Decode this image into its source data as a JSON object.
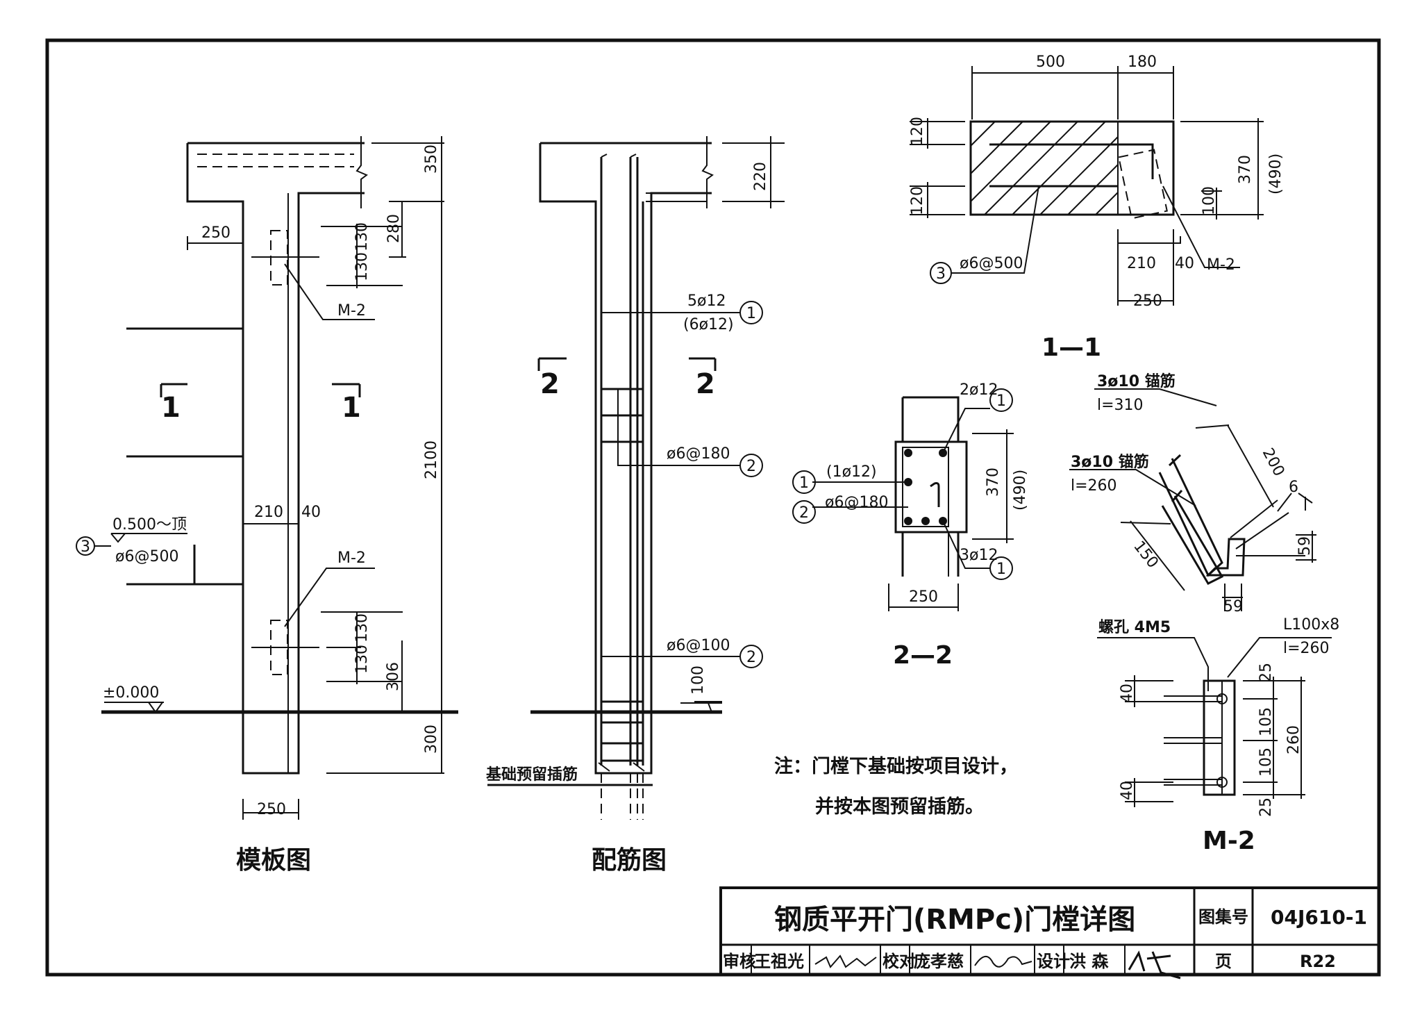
{
  "title_block": {
    "title": "钢质平开门(RMPc)门樘详图",
    "atlas_label": "图集号",
    "atlas_no": "04J610-1",
    "review_label": "审核",
    "reviewer": "王祖光",
    "check_label": "校对",
    "checker": "庞孝慈",
    "design_label": "设计",
    "designer": "洪 森",
    "page_label": "页",
    "page_no": "R22"
  },
  "views": {
    "formwork": {
      "caption": "模板图",
      "dims": [
        "350",
        "280",
        "250",
        "130",
        "130",
        "2100",
        "210",
        "40",
        "130",
        "130",
        "306",
        "300",
        "250"
      ],
      "labels": {
        "m2_top": "M-2",
        "m2_bottom": "M-2",
        "elev_05": "0.500～顶",
        "rebar3": "ø6@500",
        "elev_0": "±0.000",
        "circle3": "3"
      },
      "section_marks": [
        "1",
        "1"
      ]
    },
    "reinforcement": {
      "caption": "配筋图",
      "dims": [
        "220",
        "100"
      ],
      "labels": {
        "r1": "5ø12",
        "r1b": "(6ø12)",
        "r2a": "ø6@180",
        "r2b": "ø6@100",
        "dowel": "基础预留插筋"
      },
      "circles": [
        "1",
        "2",
        "2"
      ],
      "section_marks": [
        "2",
        "2"
      ]
    },
    "section_1_1": {
      "caption": "1—1",
      "dims": [
        "500",
        "180",
        "120",
        "120",
        "370",
        "(490)",
        "100",
        "210",
        "40",
        "250"
      ],
      "labels": {
        "rebar3": "ø6@500",
        "m2": "M-2",
        "circle3": "3"
      }
    },
    "section_2_2": {
      "caption": "2—2",
      "dims": [
        "370",
        "(490)",
        "250"
      ],
      "labels": {
        "top": "2ø12",
        "left1": "(1ø12)",
        "left2": "ø6@180",
        "bottom": "3ø12"
      },
      "circles": [
        "1",
        "1",
        "2",
        "1"
      ]
    },
    "m2": {
      "caption": "M-2",
      "labels": {
        "a1": "3ø10 锚筋",
        "a1l": "l=310",
        "a2": "3ø10 锚筋",
        "a2l": "l=260",
        "hole": "螺孔 4M5",
        "angle": "L100x8",
        "angle_l": "l=260"
      },
      "dims": [
        "200",
        "6",
        "150",
        "59",
        "59",
        "25",
        "40",
        "105",
        "260",
        "105",
        "40",
        "25"
      ]
    }
  },
  "note": {
    "line1": "注：门樘下基础按项目设计，",
    "line2": "并按本图预留插筋。"
  }
}
